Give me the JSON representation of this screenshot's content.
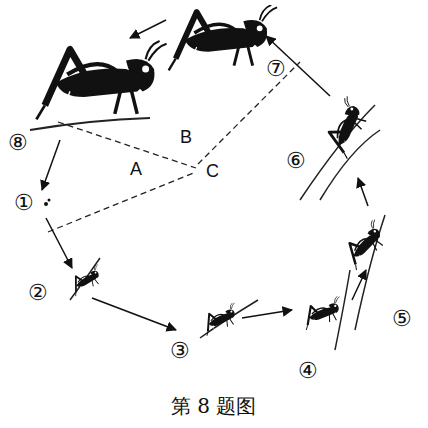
{
  "diagram": {
    "caption": "第 8 题图",
    "labels": [
      "①",
      "②",
      "③",
      "④",
      "⑤",
      "⑥",
      "⑦",
      "⑧",
      "A",
      "B",
      "C"
    ]
  }
}
